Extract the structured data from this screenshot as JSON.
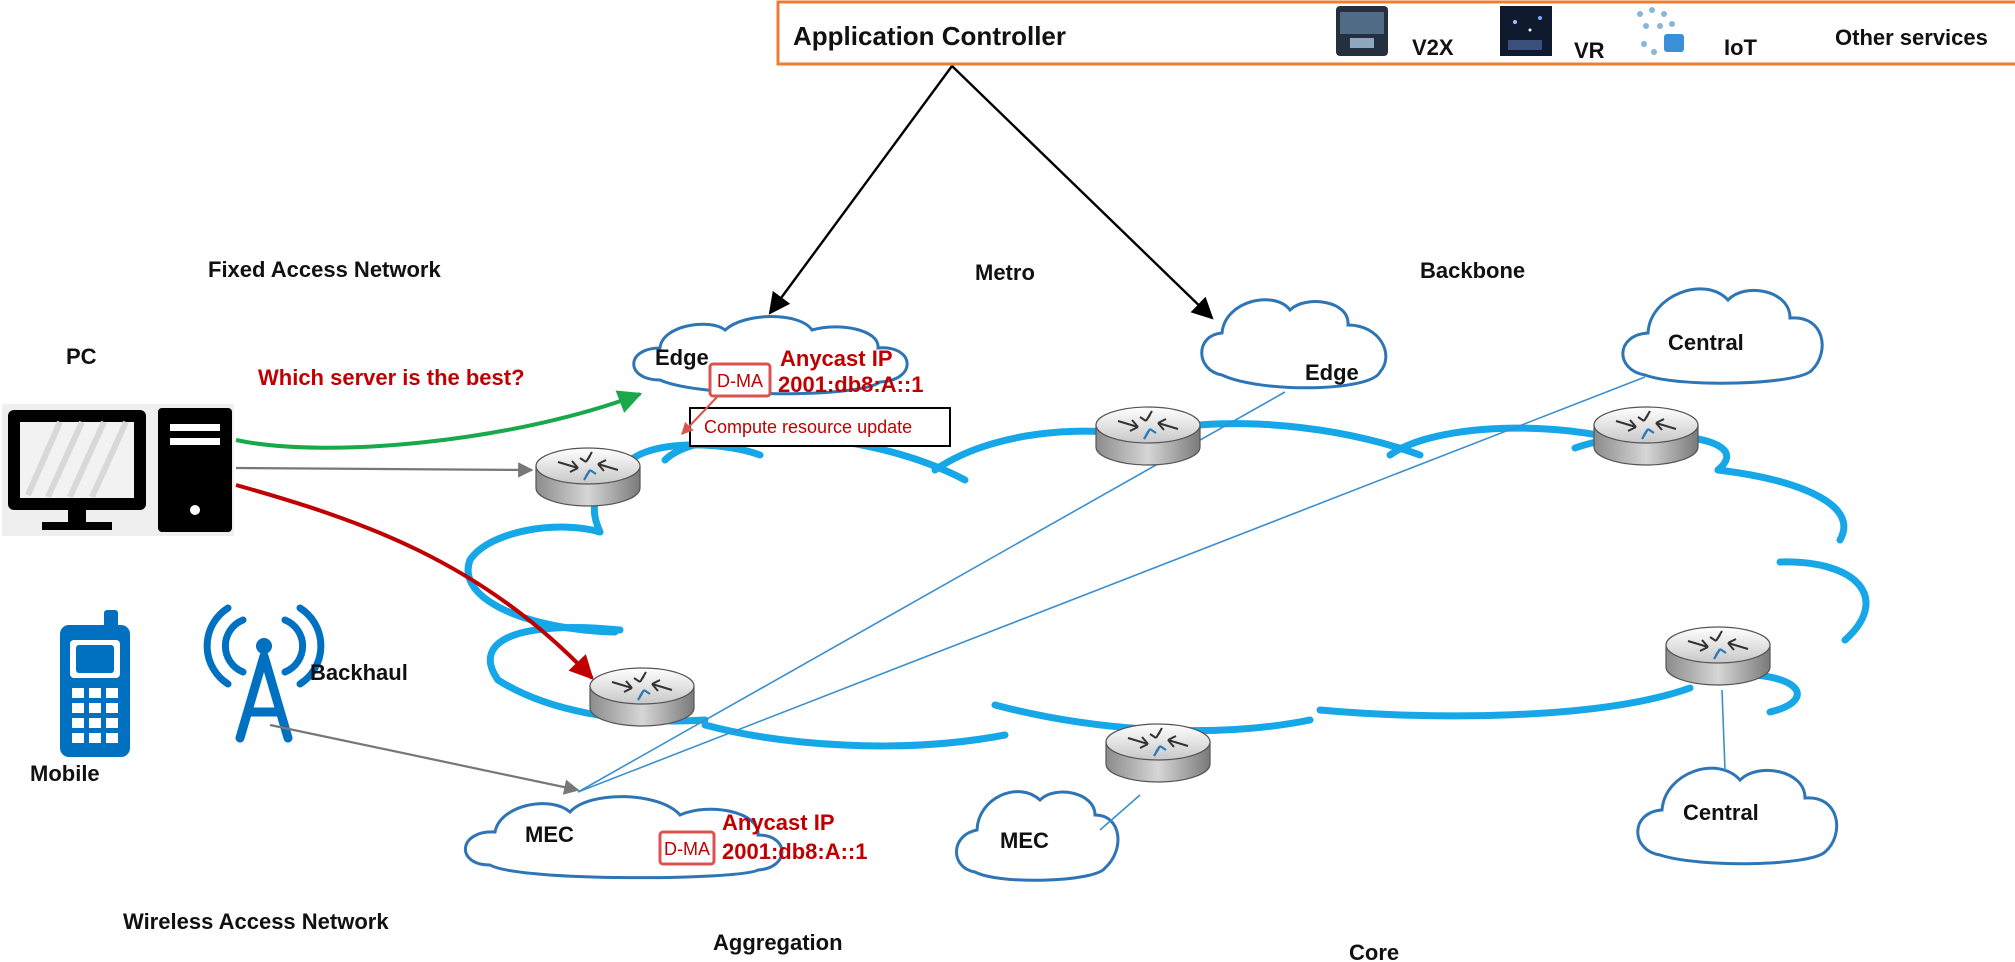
{
  "controller": {
    "title": "Application Controller",
    "services": [
      "V2X",
      "VR",
      "IoT",
      "Other services"
    ]
  },
  "regions": {
    "fixed_access": "Fixed Access Network",
    "wireless_access": "Wireless Access Network",
    "metro": "Metro",
    "backbone": "Backbone",
    "aggregation": "Aggregation",
    "core": "Core"
  },
  "devices": {
    "pc": "PC",
    "mobile": "Mobile",
    "backhaul": "Backhaul"
  },
  "clouds": {
    "edge_left": "Edge",
    "edge_right": "Edge",
    "central_top": "Central",
    "central_bottom": "Central",
    "mec_left": "MEC",
    "mec_center": "MEC"
  },
  "annotations": {
    "question": "Which server is the best?",
    "anycast_label": "Anycast IP",
    "anycast_address": "2001:db8:A::1",
    "dma": "D-MA",
    "compute_update": "Compute resource update"
  },
  "colors": {
    "ring": "#16a7e8",
    "cloud_stroke": "#2e75b6",
    "accent_red": "#c00000",
    "arrow_green": "#19a84a",
    "controller_border": "#ed7d31",
    "device_blue": "#0070c0"
  }
}
